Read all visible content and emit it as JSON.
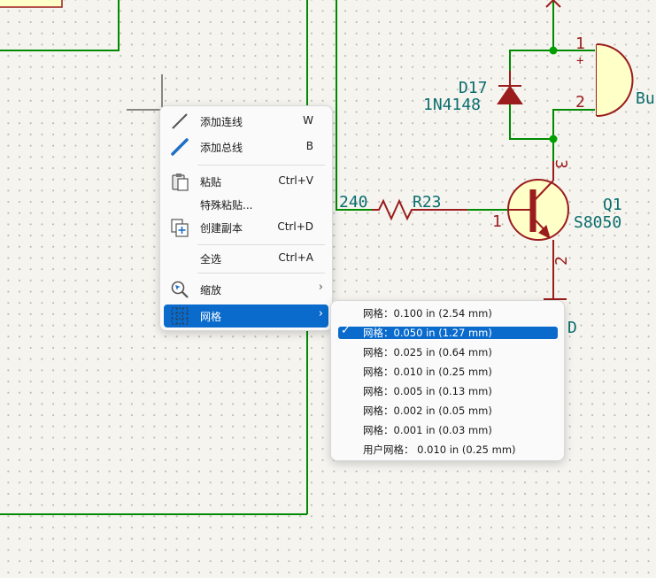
{
  "schematic": {
    "diode": {
      "ref": "D17",
      "value": "1N4148"
    },
    "buzzer": {
      "ref_partial": "Bu",
      "pin1": "1",
      "pin1_mark": "+",
      "pin2": "2"
    },
    "resistor": {
      "ref": "R23",
      "net_label": "240"
    },
    "transistor": {
      "ref": "Q1",
      "value": "S8050",
      "pin_base": "1",
      "pin_emitter": "2",
      "pin_collector": "3"
    },
    "gnd_partial": "D",
    "colors": {
      "wire": "#008a00",
      "symbol": "#9b1c1c",
      "symbol_fill": "#ffffc8",
      "junction": "#00a000",
      "reference": "#0b6d6e"
    }
  },
  "context_menu": {
    "items": [
      {
        "label": "添加连线",
        "shortcut": "W",
        "icon": "wire-icon"
      },
      {
        "label": "添加总线",
        "shortcut": "B",
        "icon": "bus-icon"
      },
      {
        "label": "粘贴",
        "shortcut": "Ctrl+V",
        "icon": "clipboard-icon"
      },
      {
        "label": "特殊粘贴...",
        "shortcut": ""
      },
      {
        "label": "创建副本",
        "shortcut": "Ctrl+D",
        "icon": "duplicate-icon"
      },
      {
        "label": "全选",
        "shortcut": "Ctrl+A"
      },
      {
        "label": "缩放",
        "shortcut": "",
        "icon": "zoom-icon",
        "submenu": true
      },
      {
        "label": "网格",
        "shortcut": "",
        "icon": "grid-icon",
        "submenu": true,
        "highlighted": true
      }
    ]
  },
  "grid_submenu": {
    "checkmark": "✓",
    "items": [
      {
        "label": "网格：0.100 in (2.54 mm)"
      },
      {
        "label": "网格：0.050 in (1.27 mm)",
        "checked": true
      },
      {
        "label": "网格：0.025 in (0.64 mm)"
      },
      {
        "label": "网格：0.010 in (0.25 mm)"
      },
      {
        "label": "网格：0.005 in (0.13 mm)"
      },
      {
        "label": "网格：0.002 in (0.05 mm)"
      },
      {
        "label": "网格：0.001 in (0.03 mm)"
      },
      {
        "label": "用户网格： 0.010 in (0.25 mm)"
      }
    ]
  }
}
